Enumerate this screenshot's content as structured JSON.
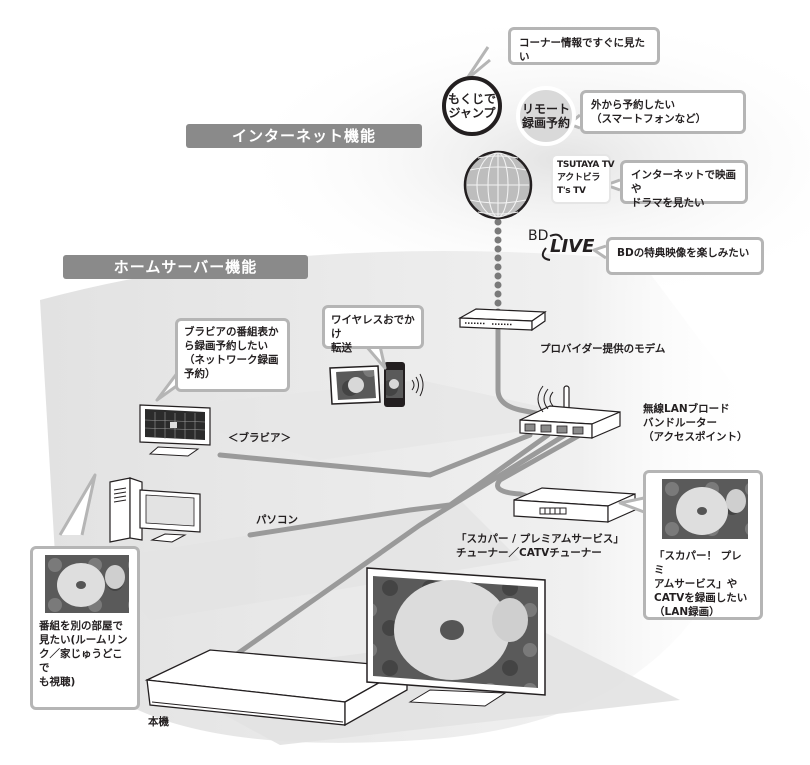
{
  "sections": {
    "internet": "インターネット機能",
    "home_server": "ホームサーバー機能"
  },
  "internet_features": {
    "toc_jump_circle": [
      "もくじで",
      "ジャンプ"
    ],
    "toc_jump_bubble": "コーナー情報ですぐに見たい",
    "remote_rec_circle": [
      "リモート",
      "録画予約"
    ],
    "remote_rec_bubble": [
      "外から予約したい",
      "（スマートフォンなど）"
    ],
    "services_box": [
      "TSUTAYA TV",
      "アクトビラ",
      "T's TV"
    ],
    "services_bubble": [
      "インターネットで映画や",
      "ドラマを見たい"
    ],
    "bdlive_logo": {
      "bd": "BD",
      "live": "LIVE"
    },
    "bdlive_bubble": "BDの特典映像を楽しみたい"
  },
  "devices": {
    "modem_label": "プロバイダー提供のモデム",
    "router_label": [
      "無線LANブロード",
      "バンドルーター",
      "（アクセスポイント）"
    ],
    "bravia_label": "＜ブラビア＞",
    "pc_label": "パソコン",
    "tuner_label": [
      "「スカパー / プレミアムサービス」",
      "チューナー／CATVチューナー"
    ],
    "main_unit_label": "本機"
  },
  "home_features": {
    "bravia_bubble": [
      "ブラビアの番組表か",
      "ら録画予約したい",
      "（ネットワーク録画",
      "予約）"
    ],
    "wireless_bubble": [
      "ワイヤレスおでかけ",
      "転送"
    ],
    "roomlink_bubble": [
      "番組を別の部屋で",
      "見たい(ルームリン",
      "ク／家じゅうどこで",
      "も視聴)"
    ],
    "lan_rec_bubble": [
      "「スカパー！ プレミ",
      "アムサービス」や",
      "CATVを録画したい",
      "（LAN録画）"
    ]
  },
  "colors": {
    "section_bg": "#8a8a8a",
    "bubble_border": "#b5b5b5",
    "cable": "#9a9a9a",
    "shadow": "#ececec"
  }
}
